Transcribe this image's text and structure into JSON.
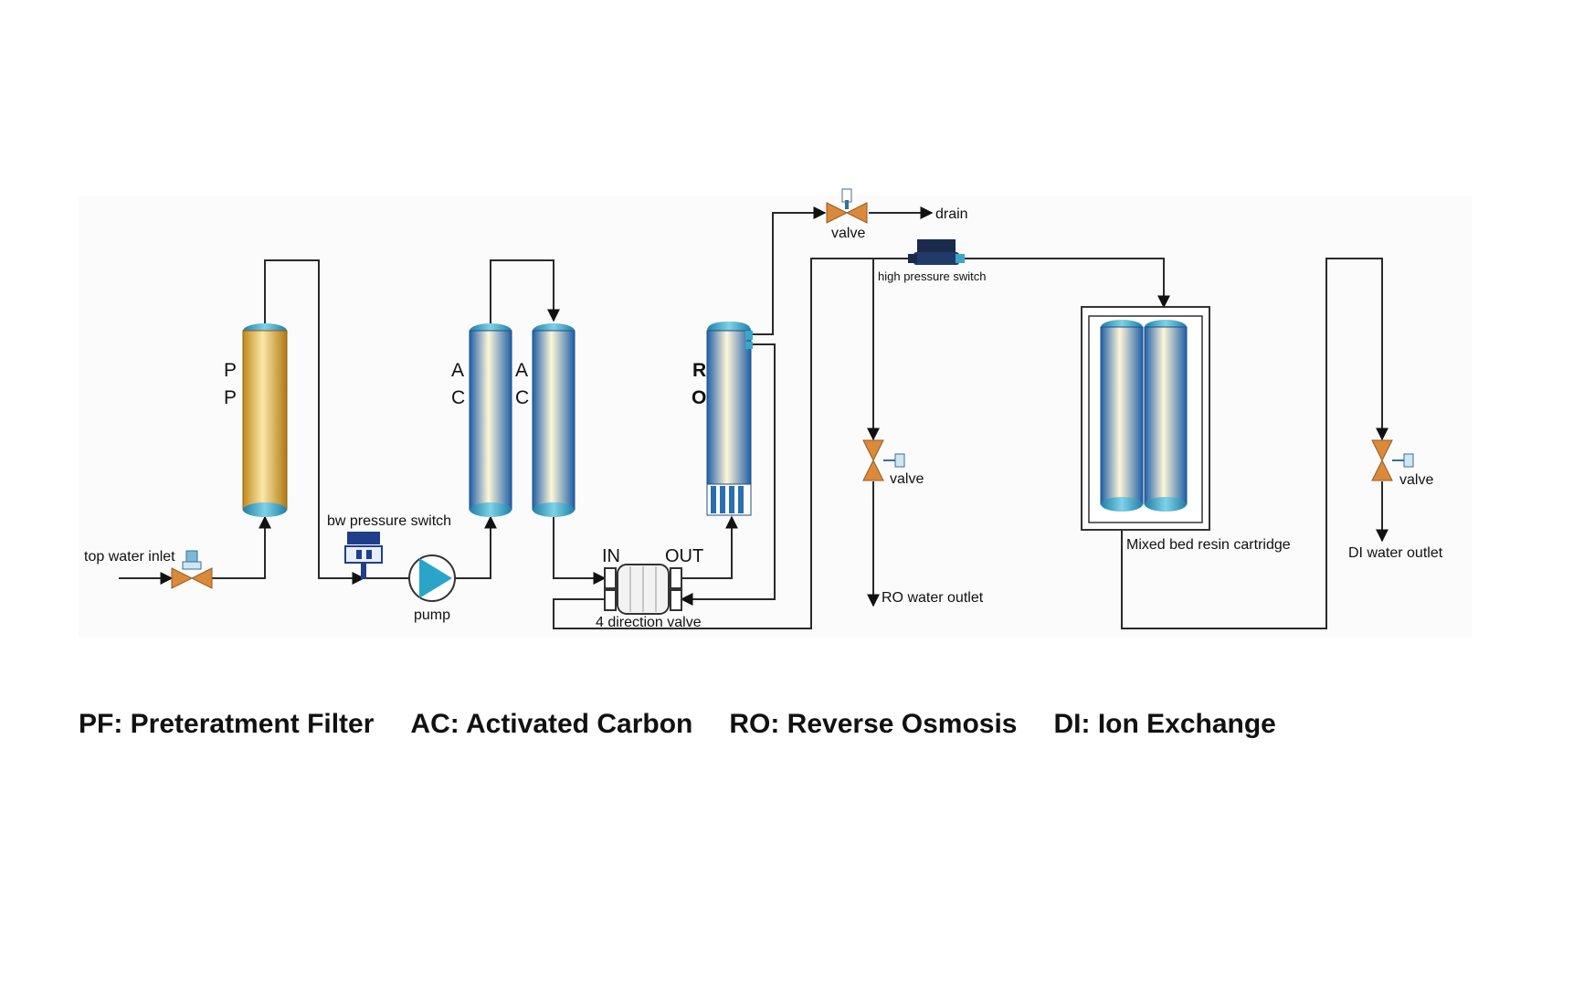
{
  "labels": {
    "tap_water_inlet": "top water inlet",
    "low_pressure_switch": "bw pressure switch",
    "pump": "pump",
    "pf_top": "P",
    "pf_bottom": "P",
    "ac1_top": "A",
    "ac1_bottom": "C",
    "ac2_top": "A",
    "ac2_bottom": "C",
    "ro_top": "R",
    "ro_bottom": "O",
    "valve_in": "IN",
    "valve_out": "OUT",
    "four_direction_valve": "4 direction valve",
    "drain_valve": "valve",
    "drain": "drain",
    "high_pressure_switch": "high pressure switch",
    "ro_valve": "valve",
    "ro_water_outlet": "RO water outlet",
    "mixed_bed": "Mixed bed resin cartridge",
    "di_valve": "valve",
    "di_water_outlet": "DI water outlet"
  },
  "legend": [
    "PF: Preteratment Filter",
    "AC: Activated Carbon",
    "RO: Reverse Osmosis",
    "DI: Ion Exchange"
  ],
  "colors": {
    "pipe": "#2a2a2a",
    "valve": "#d98a3a",
    "pf_cartridge": "#e8b84a",
    "blue_cartridge": "#4a8fd0",
    "cap": "#3aa7c8",
    "pump": "#2aa5c9"
  }
}
